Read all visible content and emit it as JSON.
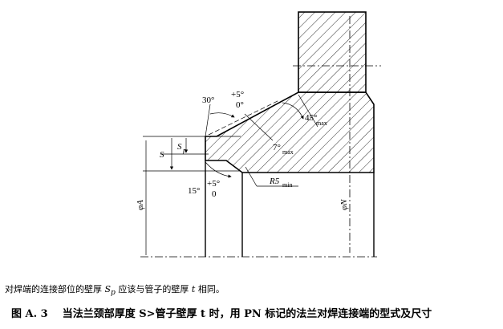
{
  "labels": {
    "angle_30": "30°",
    "tol_top_plus": "+5°",
    "tol_top_zero": "0°",
    "angle_45": "45°",
    "angle_45_sub": "max",
    "angle_7": "7°",
    "angle_7_sub": "max",
    "dim_S": "S",
    "dim_Sp": "S",
    "dim_Sp_sub": "p",
    "angle_15": "15°",
    "tol_bot_plus": "+5°",
    "tol_bot_zero": "0",
    "radius": "R5",
    "radius_sub": "min",
    "dia_A": "φA",
    "dia_N": "φN"
  },
  "note": {
    "pre": "对焊端的连接部位的壁厚 ",
    "sym": "S",
    "sub": "p",
    "mid": " 应该与管子的壁厚 ",
    "t": "t",
    "post": " 相同。"
  },
  "caption": {
    "figure": "图 A. 3",
    "text": "当法兰颈部厚度 S>管子壁厚 t 时，用 PN 标记的法兰对焊连接端的型式及尺寸"
  }
}
